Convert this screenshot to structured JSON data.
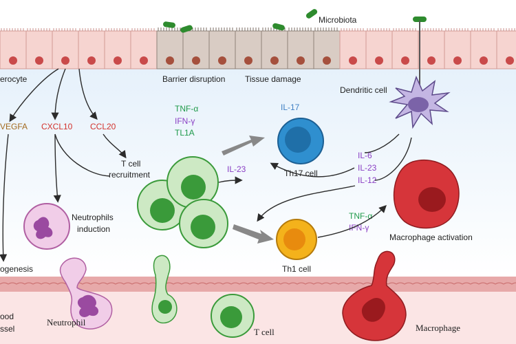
{
  "labels": {
    "enterocyte": "erocyte",
    "microbiota": "Microbiota",
    "barrier_disruption": "Barrier disruption",
    "tissue_damage": "Tissue damage",
    "dendritic_cell": "Dendritic cell",
    "il17": "IL-17",
    "th17": "Th17 cell",
    "tnfa_top": "TNF-α",
    "ifng_top": "IFN-γ",
    "tl1a": "TL1A",
    "vegfa": "VEGFA",
    "cxcl10": "CXCL10",
    "ccl20": "CCL20",
    "tcell_rec_1": "T cell",
    "tcell_rec_2": "recruitment",
    "il23_center": "IL-23",
    "il6": "IL-6",
    "il23_right": "IL-23",
    "il12": "IL-12",
    "neutro_ind_1": "Neutrophils",
    "neutro_ind_2": "induction",
    "angiogenesis": "ogenesis",
    "th1": "Th1 cell",
    "tnfa_bottom": "TNF-α",
    "ifng_bottom": "IFN-γ",
    "macro_activation": "Macrophage activation",
    "blood_1": "ood",
    "blood_2": "ssel",
    "neutrophil": "Neutrophil",
    "tcell": "T cell",
    "macrophage": "Macrophage"
  },
  "colors": {
    "epithelium": "#f6d4d0",
    "nucleus_red": "#c94a4a",
    "damaged_epithelium": "#d9ccc4",
    "microbe": "#2e8b2e",
    "green_cell": "#cde9c4",
    "green_nucleus": "#3a9a3a",
    "th17_blue": "#2f8fcf",
    "th1_orange": "#f4b21b",
    "dendritic": "#7b63a8",
    "macrophage_red": "#d6353a",
    "neutrophil_pink": "#e3a6d6",
    "vessel": "#e7a9a9"
  }
}
